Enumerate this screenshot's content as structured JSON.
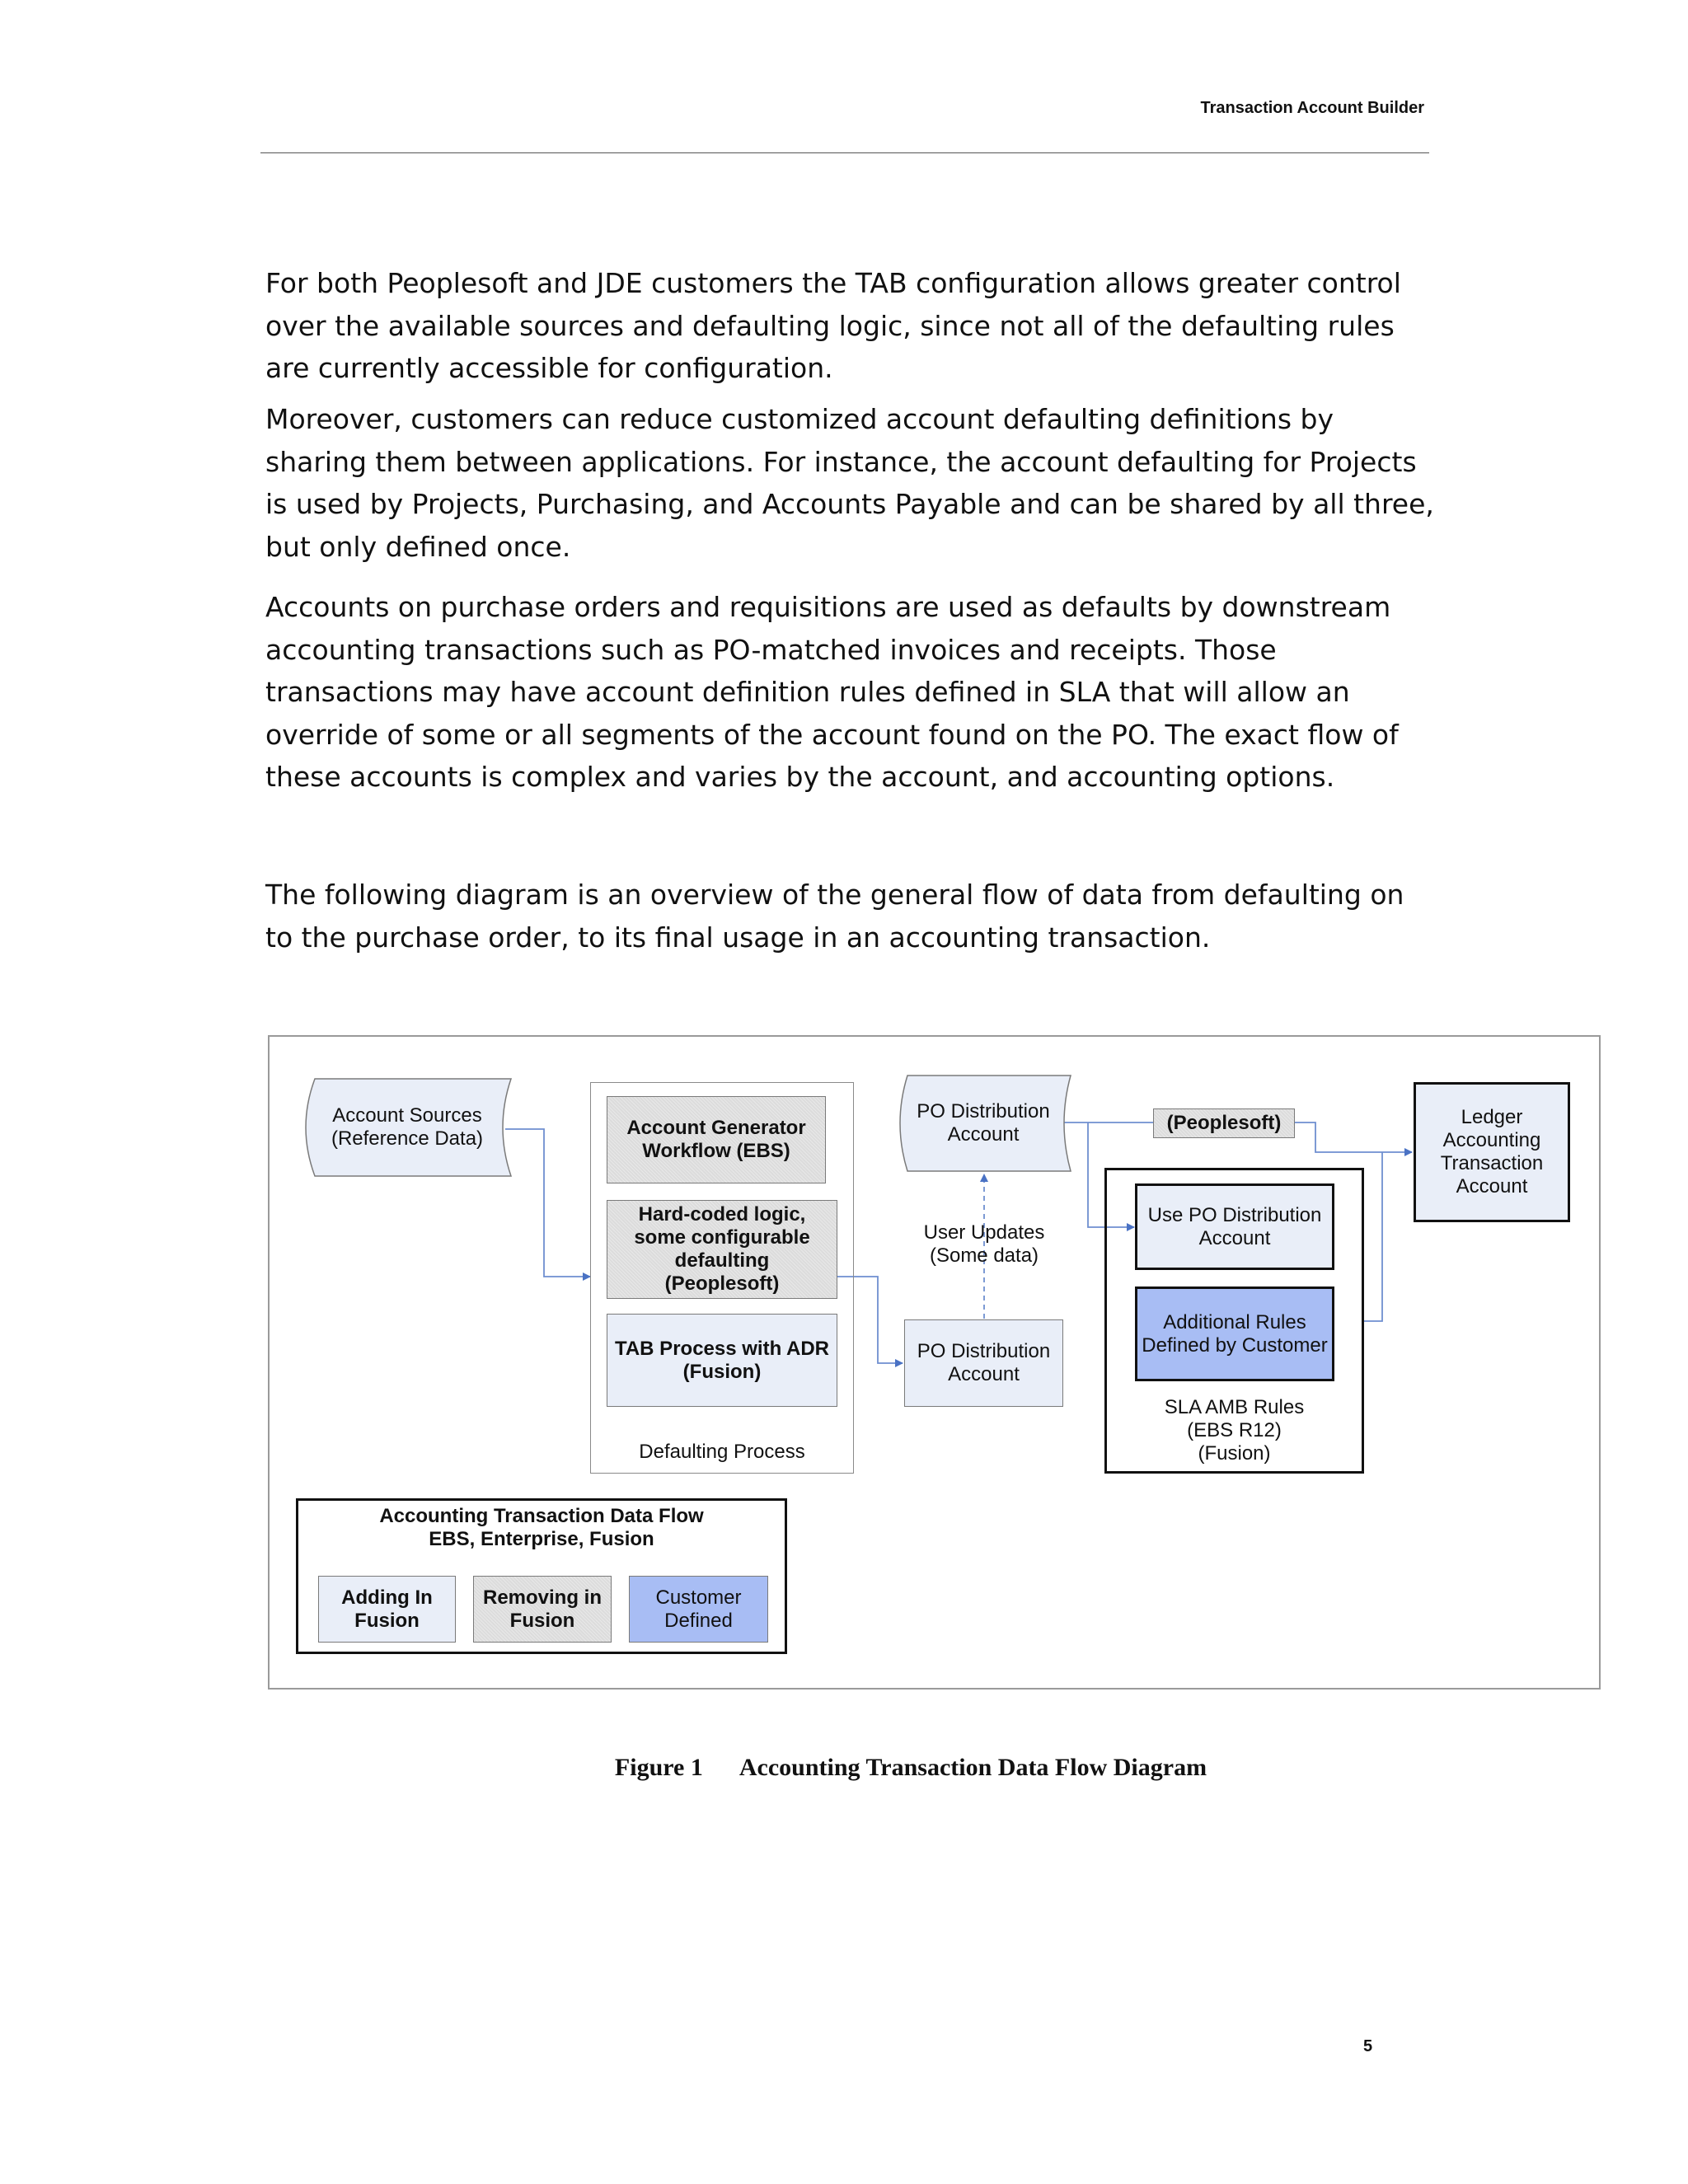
{
  "header": {
    "title": "Transaction Account Builder"
  },
  "paragraphs": [
    "For both Peoplesoft and JDE customers the TAB configuration allows greater control over the available sources and defaulting logic, since not all of the defaulting rules are currently accessible for configuration.",
    "Moreover, customers can reduce customized account defaulting definitions by sharing them between applications.   For instance, the account defaulting for Projects is used by Projects, Purchasing, and Accounts Payable and can be shared by all three, but only defined once.",
    "Accounts on purchase orders and requisitions are used as defaults by downstream accounting transactions such as PO-matched invoices and receipts.  Those transactions may have account definition rules defined in SLA that will allow an override of some or all segments of the account found on the PO.  The exact flow of these accounts is complex and varies by the account, and accounting options.",
    "The following diagram is an overview of the general flow of data from defaulting on to the purchase order, to its final usage in an accounting transaction."
  ],
  "diagram": {
    "account_sources": [
      "Account Sources",
      "(Reference Data)"
    ],
    "account_generator": [
      "Account Generator",
      "Workflow (EBS)"
    ],
    "hard_coded": [
      "Hard-coded logic,",
      "some configurable",
      "defaulting",
      "(Peoplesoft)"
    ],
    "tab_process": [
      "TAB Process with ADR",
      "(Fusion)"
    ],
    "defaulting_process": "Defaulting Process",
    "po_dist_top": [
      "PO Distribution",
      "Account"
    ],
    "user_updates": [
      "User Updates",
      "(Some data)"
    ],
    "po_dist_bottom": [
      "PO Distribution",
      "Account"
    ],
    "peoplesoft_tag": "(Peoplesoft)",
    "use_po_dist": [
      "Use PO Distribution",
      "Account"
    ],
    "additional_rules": [
      "Additional Rules",
      "Defined by Customer"
    ],
    "sla_amb": [
      "SLA AMB Rules",
      "(EBS R12)",
      "(Fusion)"
    ],
    "ledger": [
      "Ledger",
      "Accounting",
      "Transaction",
      "Account"
    ],
    "legend": {
      "title": [
        "Accounting Transaction Data Flow",
        "EBS, Enterprise,  Fusion"
      ],
      "adding": [
        "Adding In",
        "Fusion"
      ],
      "removing": [
        "Removing in",
        "Fusion"
      ],
      "customer": [
        "Customer",
        "Defined"
      ]
    },
    "colors": {
      "light_fill": "#e9eef8",
      "customer_fill": "#a8bdf4",
      "connector": "#4a72c4"
    }
  },
  "figure": {
    "label": "Figure 1",
    "title": "Accounting Transaction Data Flow Diagram"
  },
  "page_number": "5"
}
